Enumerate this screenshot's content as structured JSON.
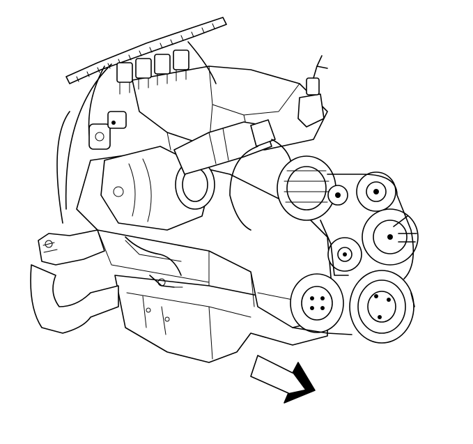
{
  "figure": {
    "subject": "engine-assembly-line-drawing",
    "style": "black line art on white",
    "colors": {
      "line": "#000000",
      "background": "#ffffff"
    },
    "callouts": [
      {
        "name": "direction-arrow",
        "icon": "hollow-block-arrow",
        "points": "down-right"
      }
    ]
  }
}
